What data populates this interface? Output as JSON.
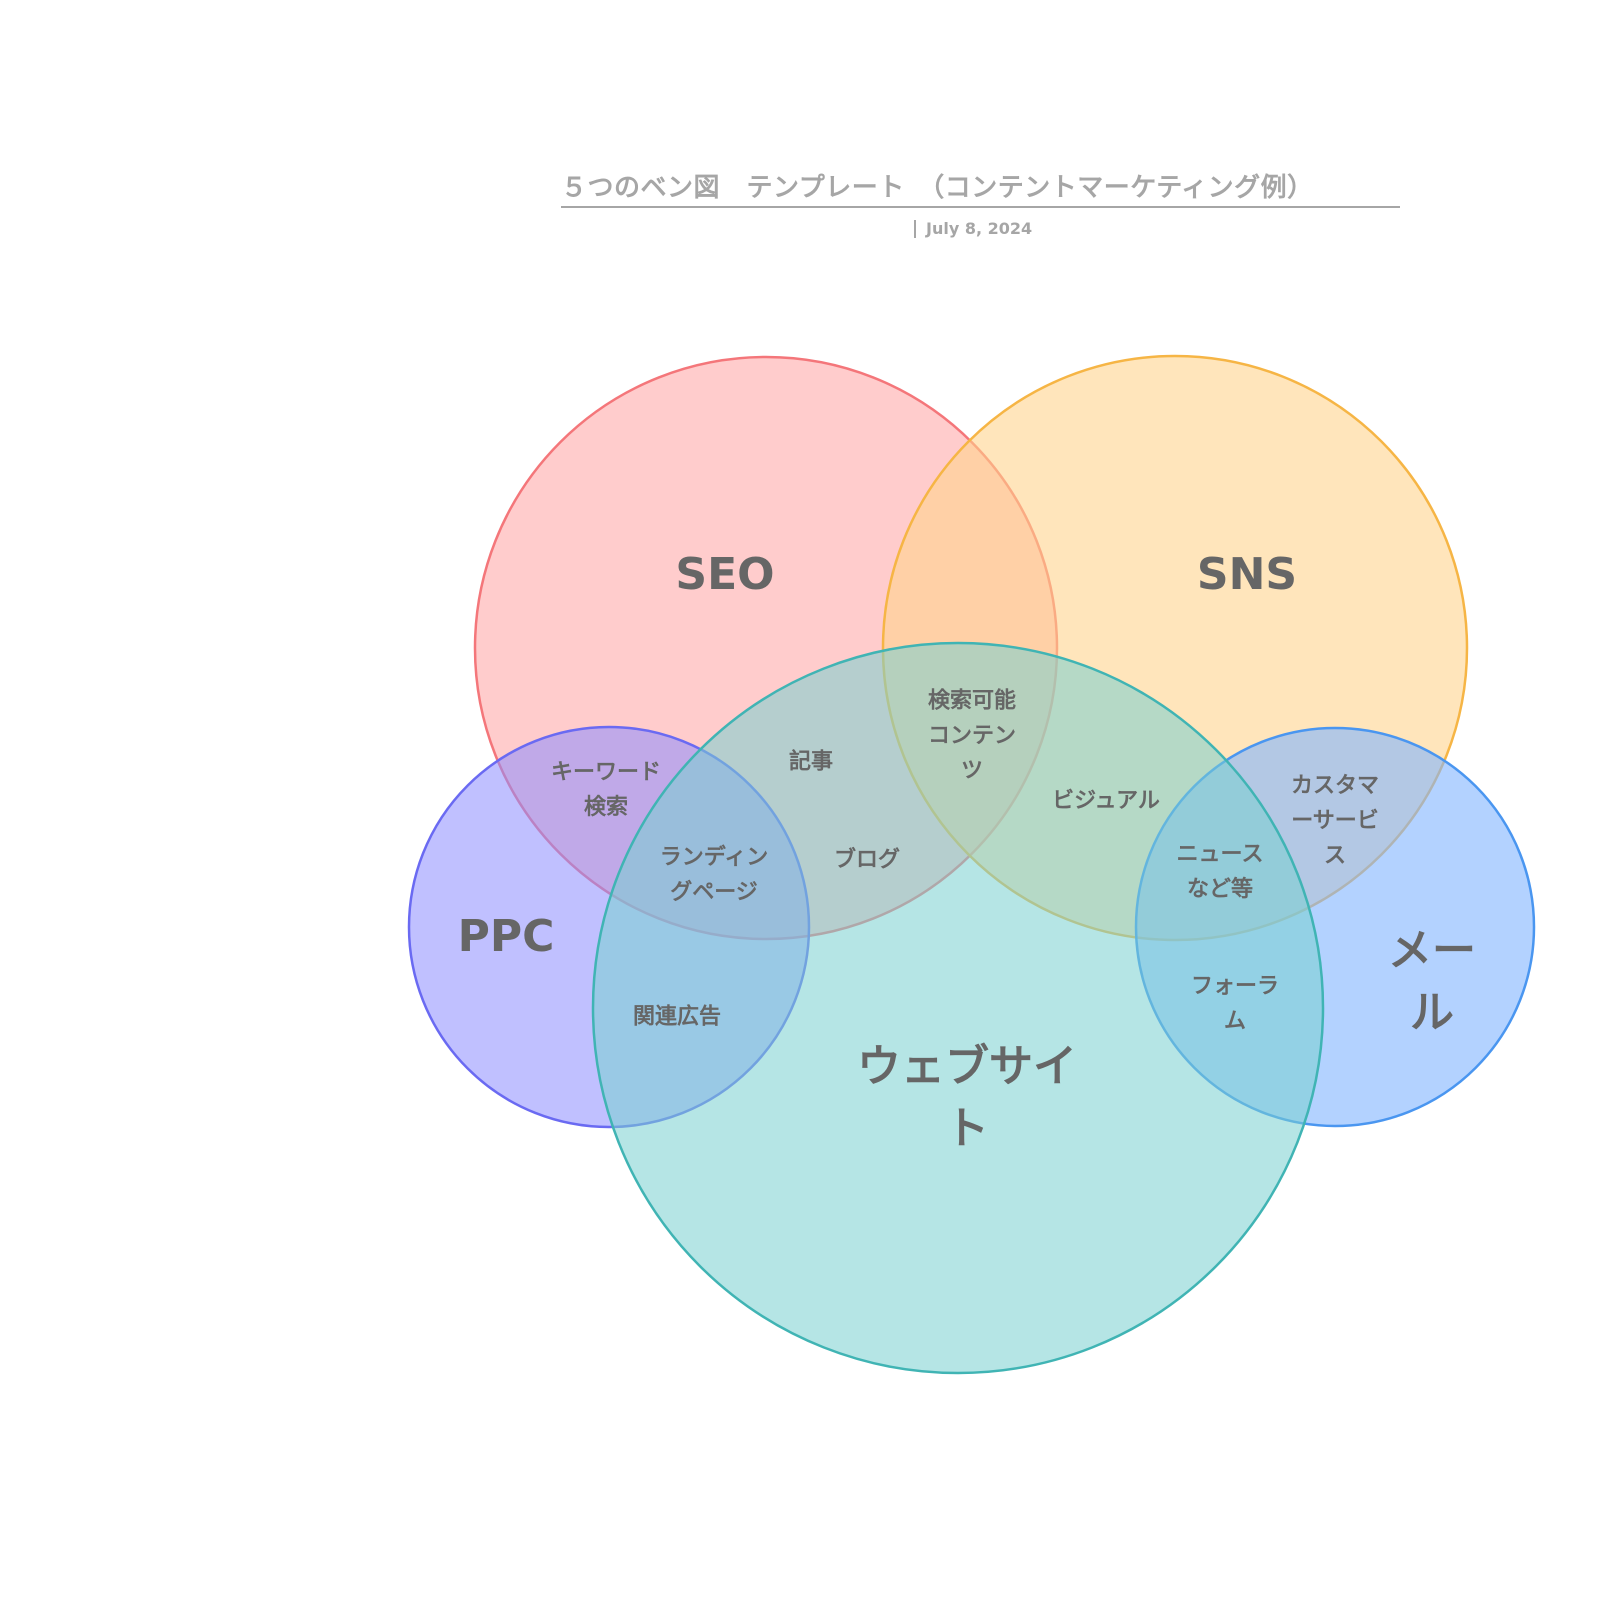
{
  "header": {
    "title": "５つのベン図　テンプレート　（コンテントマーケティング例）",
    "date": "July 8, 2024"
  },
  "colors": {
    "seo": {
      "fill": "#ff9999",
      "stroke": "#f4767a"
    },
    "sns": {
      "fill": "#ffd28a",
      "stroke": "#f6b545"
    },
    "ppc": {
      "fill": "#8c8cff",
      "stroke": "#6a6af2"
    },
    "mail": {
      "fill": "#80b4ff",
      "stroke": "#4a96f0"
    },
    "website": {
      "fill": "#78cfd0",
      "stroke": "#40b4b4"
    },
    "label_text": "#666666"
  },
  "diagram": {
    "sets": [
      {
        "id": "seo",
        "label": "SEO"
      },
      {
        "id": "sns",
        "label": "SNS"
      },
      {
        "id": "ppc",
        "label": "PPC"
      },
      {
        "id": "mail",
        "label": "メー\nル"
      },
      {
        "id": "website",
        "label": "ウェブサイ\nト"
      }
    ],
    "intersections": [
      {
        "sets": [
          "seo",
          "ppc"
        ],
        "label": "キーワード\n検索"
      },
      {
        "sets": [
          "seo",
          "website"
        ],
        "label": "記事"
      },
      {
        "sets": [
          "seo",
          "website"
        ],
        "label": "ブログ"
      },
      {
        "sets": [
          "seo",
          "sns",
          "website"
        ],
        "label": "検索可能\nコンテン\nツ"
      },
      {
        "sets": [
          "seo",
          "ppc",
          "website"
        ],
        "label": "ランディン\nグページ"
      },
      {
        "sets": [
          "ppc",
          "website"
        ],
        "label": "関連広告"
      },
      {
        "sets": [
          "sns",
          "website"
        ],
        "label": "ビジュアル"
      },
      {
        "sets": [
          "sns",
          "mail",
          "website"
        ],
        "label": "ニュース\nなど等"
      },
      {
        "sets": [
          "sns",
          "mail"
        ],
        "label": "カスタマ\nーサービ\nス"
      },
      {
        "sets": [
          "mail",
          "website"
        ],
        "label": "フォーラ\nム"
      }
    ]
  }
}
